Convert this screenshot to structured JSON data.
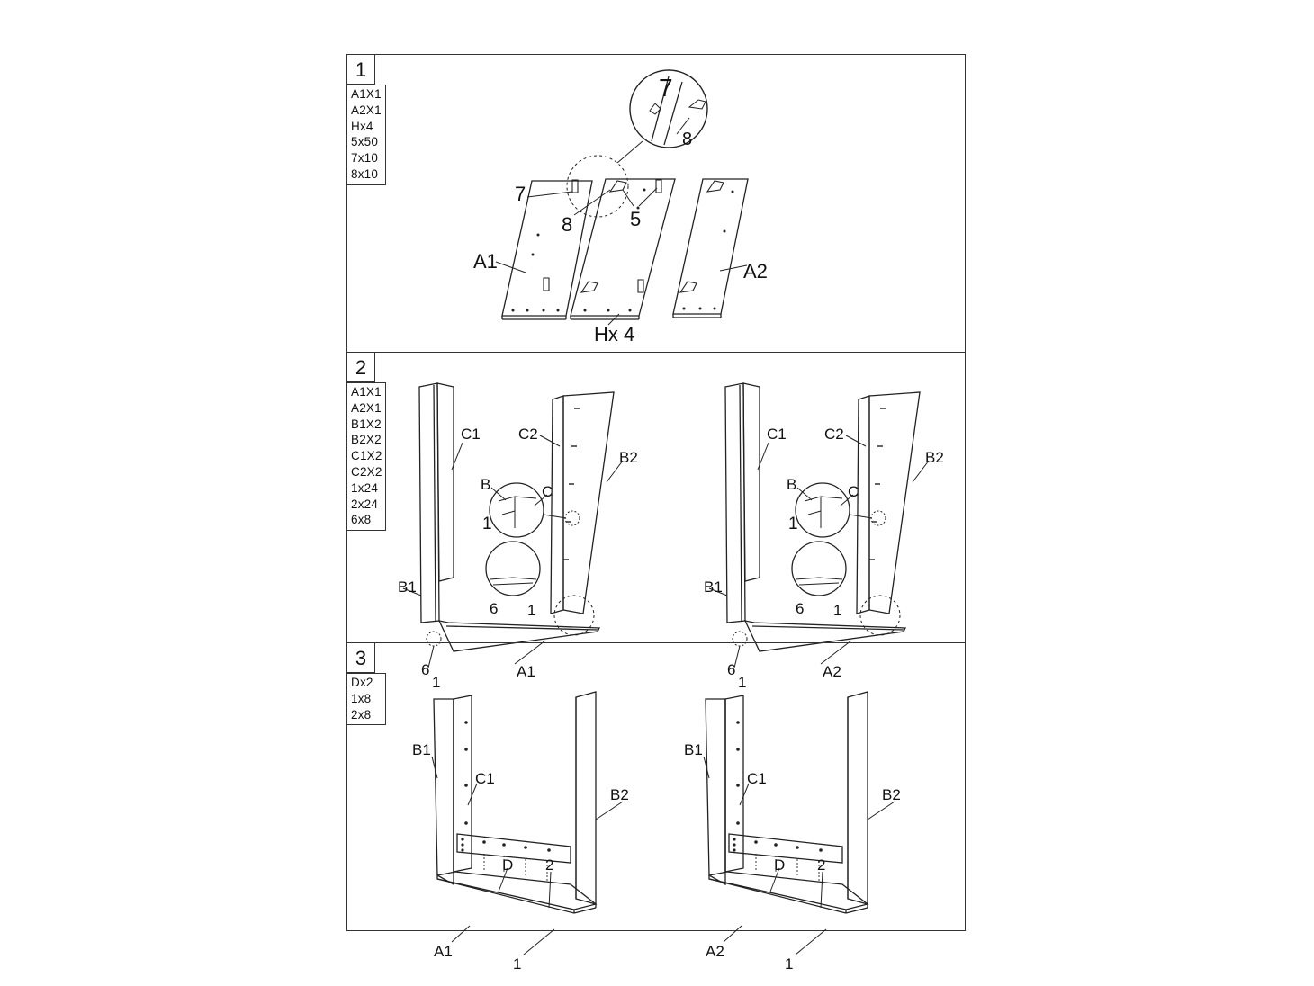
{
  "steps": [
    {
      "number": "1",
      "parts": [
        "A1X1",
        "A2X1",
        "Hx4",
        "5x50",
        "7x10",
        "8x10"
      ],
      "labels": {
        "detail": "7",
        "detail_b": "8",
        "p7": "7",
        "p8": "8",
        "p5": "5",
        "a1": "A1",
        "a2": "A2",
        "h": "Hx 4"
      }
    },
    {
      "number": "2",
      "parts": [
        "A1X1",
        "A2X1",
        "B1X2",
        "B2X2",
        "C1X2",
        "C2X2",
        "1x24",
        "2x24",
        "6x8"
      ],
      "assemblies": [
        {
          "c1": "C1",
          "c2": "C2",
          "b2": "B2",
          "b": "B",
          "c": "C",
          "d1": "1",
          "b1": "B1",
          "d6": "6",
          "d1b": "1",
          "s6": "6",
          "s1": "1",
          "base": "A1"
        },
        {
          "c1": "C1",
          "c2": "C2",
          "b2": "B2",
          "b": "B",
          "c": "C",
          "d1": "1",
          "b1": "B1",
          "d6": "6",
          "d1b": "1",
          "s6": "6",
          "s1": "1",
          "base": "A2"
        }
      ]
    },
    {
      "number": "3",
      "parts": [
        "Dx2",
        "1x8",
        "2x8"
      ],
      "assemblies": [
        {
          "b1": "B1",
          "c1": "C1",
          "b2": "B2",
          "d": "D",
          "two": "2",
          "base": "A1",
          "one": "1"
        },
        {
          "b1": "B1",
          "c1": "C1",
          "b2": "B2",
          "d": "D",
          "two": "2",
          "base": "A2",
          "one": "1"
        }
      ]
    }
  ]
}
